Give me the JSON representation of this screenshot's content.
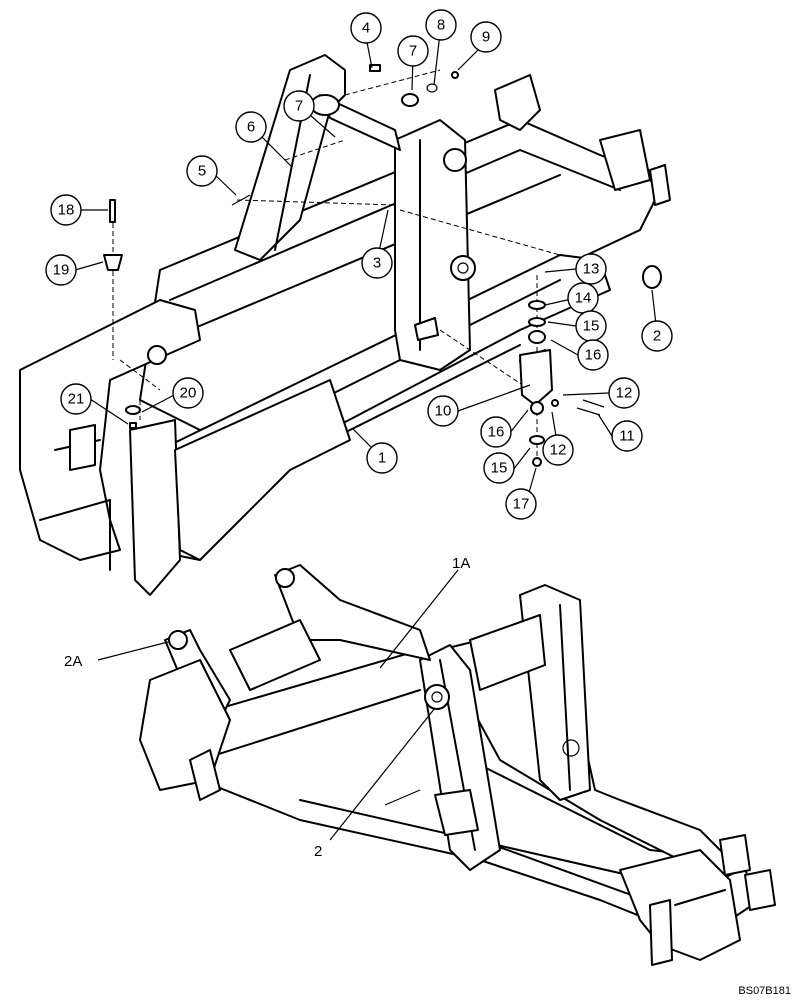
{
  "callouts": [
    {
      "label": "1"
    },
    {
      "label": "2"
    },
    {
      "label": "3"
    },
    {
      "label": "4"
    },
    {
      "label": "5"
    },
    {
      "label": "6"
    },
    {
      "label": "7"
    },
    {
      "label": "7"
    },
    {
      "label": "8"
    },
    {
      "label": "9"
    },
    {
      "label": "10"
    },
    {
      "label": "11"
    },
    {
      "label": "12"
    },
    {
      "label": "12"
    },
    {
      "label": "13"
    },
    {
      "label": "14"
    },
    {
      "label": "15"
    },
    {
      "label": "15"
    },
    {
      "label": "16"
    },
    {
      "label": "16"
    },
    {
      "label": "17"
    },
    {
      "label": "18"
    },
    {
      "label": "19"
    },
    {
      "label": "20"
    },
    {
      "label": "21"
    }
  ],
  "plain_labels": {
    "label_1a": "1A",
    "label_2a": "2A",
    "label_2_lower": "2"
  },
  "figure_code": "BS07B181"
}
